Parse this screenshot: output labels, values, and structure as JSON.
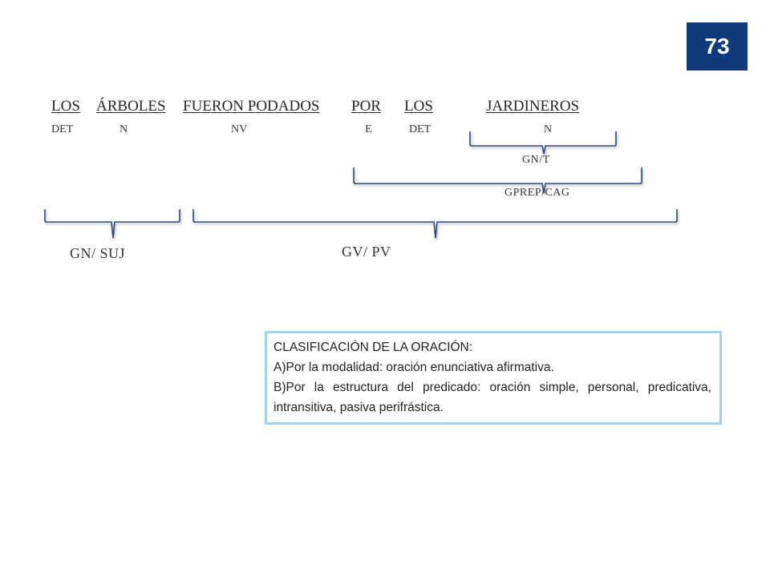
{
  "slide": {
    "number": "73"
  },
  "sentence": {
    "words": [
      "LOS",
      "ÁRBOLES",
      "FUERON PODADOS",
      "POR",
      "LOS",
      "JARDINEROS"
    ],
    "tags": [
      "DET",
      "N",
      "NV",
      "E",
      "DET",
      "N"
    ]
  },
  "groups": {
    "gn_t": "GN/T",
    "gprep_cag": "GPREP/CAG",
    "gn_suj": "GN/ SUJ",
    "gv_pv": "GV/ PV"
  },
  "classification": {
    "title": "CLASIFICACIÓN DE LA ORACIÓN:",
    "line_a": "A)Por la modalidad: oración enunciativa afirmativa.",
    "line_b": "B)Por la estructura del predicado: oración simple, personal, predicativa, intransitiva, pasiva perifrástica."
  },
  "colors": {
    "badge": "#0f3b7c",
    "brace": "#2b4c7e",
    "box_border": "#9dd3f0"
  }
}
